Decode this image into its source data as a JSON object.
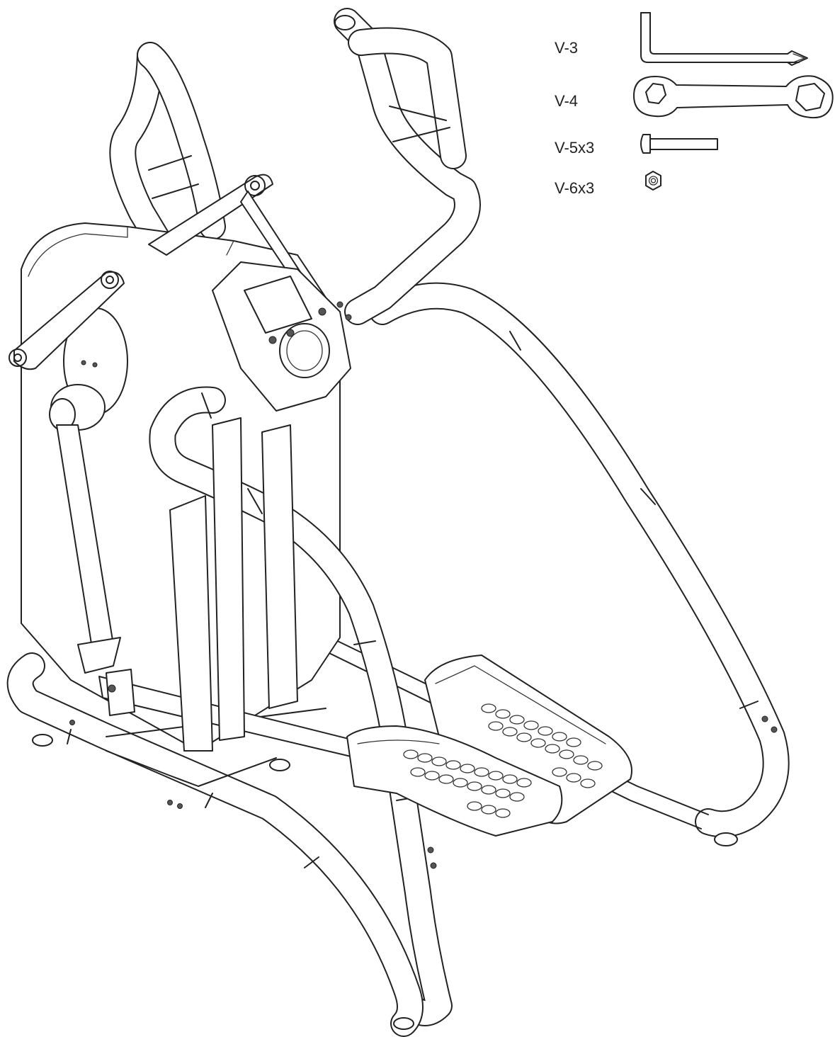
{
  "parts": [
    {
      "id": "v3",
      "label": "V-3",
      "icon": "allen-key-screwdriver-icon"
    },
    {
      "id": "v4",
      "label": "V-4",
      "icon": "double-hex-wrench-icon"
    },
    {
      "id": "v5",
      "label": "V-5x3",
      "icon": "bolt-icon"
    },
    {
      "id": "v6",
      "label": "V-6x3",
      "icon": "hex-nut-icon"
    }
  ],
  "colors": {
    "line": "#222222",
    "background": "#ffffff"
  },
  "machine": {
    "icon": "elliptical-trainer-icon"
  }
}
